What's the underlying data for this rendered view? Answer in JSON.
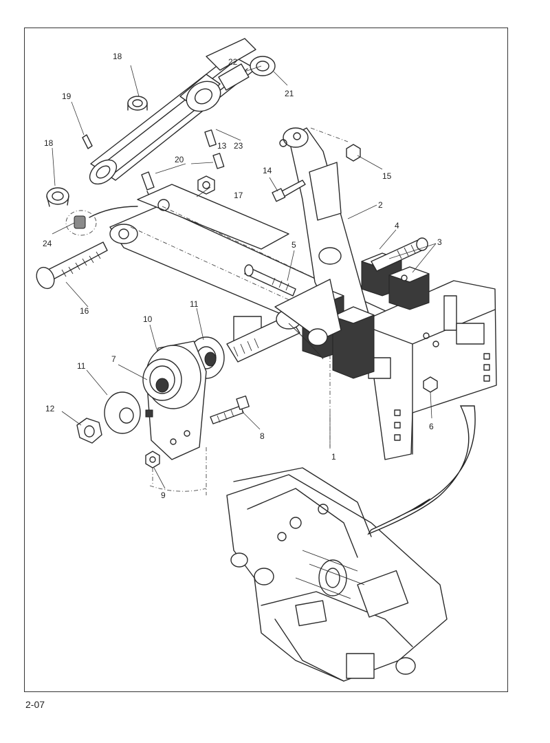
{
  "page": {
    "number": "2-07"
  },
  "callouts": [
    {
      "id": "c1",
      "label": "1"
    },
    {
      "id": "c2",
      "label": "2"
    },
    {
      "id": "c3",
      "label": "3"
    },
    {
      "id": "c4",
      "label": "4"
    },
    {
      "id": "c5",
      "label": "5"
    },
    {
      "id": "c6",
      "label": "6"
    },
    {
      "id": "c7",
      "label": "7"
    },
    {
      "id": "c8",
      "label": "8"
    },
    {
      "id": "c9",
      "label": "9"
    },
    {
      "id": "c10",
      "label": "10"
    },
    {
      "id": "c11a",
      "label": "11"
    },
    {
      "id": "c11b",
      "label": "11"
    },
    {
      "id": "c12",
      "label": "12"
    },
    {
      "id": "c13",
      "label": "13"
    },
    {
      "id": "c14",
      "label": "14"
    },
    {
      "id": "c15",
      "label": "15"
    },
    {
      "id": "c16",
      "label": "16"
    },
    {
      "id": "c17",
      "label": "17"
    },
    {
      "id": "c18a",
      "label": "18"
    },
    {
      "id": "c18b",
      "label": "18"
    },
    {
      "id": "c19",
      "label": "19"
    },
    {
      "id": "c20",
      "label": "20"
    },
    {
      "id": "c21",
      "label": "21"
    },
    {
      "id": "c22",
      "label": "22"
    },
    {
      "id": "c23",
      "label": "23"
    },
    {
      "id": "c24",
      "label": "24"
    }
  ]
}
